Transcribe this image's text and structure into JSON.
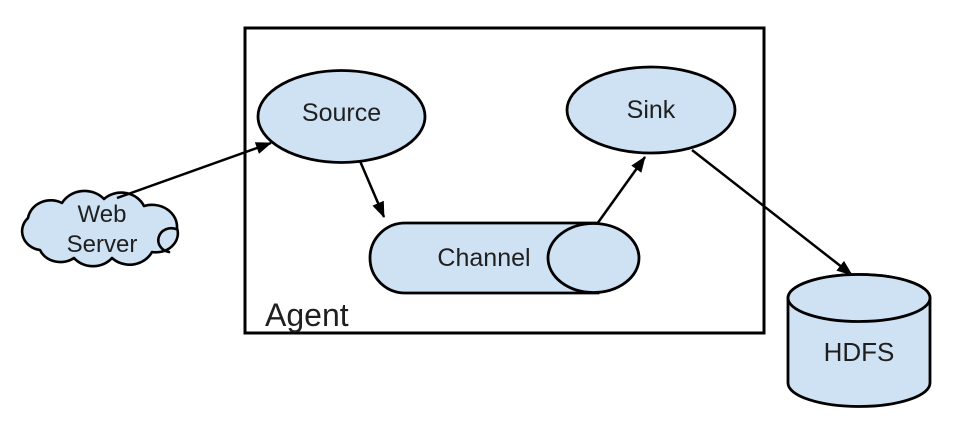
{
  "diagram": {
    "nodes": {
      "web_server": {
        "label": "Web\nServer",
        "shape": "cloud"
      },
      "agent": {
        "label": "Agent",
        "shape": "rectangle-container"
      },
      "source": {
        "label": "Source",
        "shape": "ellipse"
      },
      "channel": {
        "label": "Channel",
        "shape": "horizontal-cylinder"
      },
      "sink": {
        "label": "Sink",
        "shape": "ellipse"
      },
      "hdfs": {
        "label": "HDFS",
        "shape": "cylinder"
      }
    },
    "edges": [
      {
        "from": "Web Server",
        "to": "Source"
      },
      {
        "from": "Source",
        "to": "Channel"
      },
      {
        "from": "Channel",
        "to": "Sink"
      },
      {
        "from": "Sink",
        "to": "HDFS"
      }
    ],
    "colors": {
      "shape_fill": "#cfe2f3",
      "shape_stroke": "#000000",
      "label_text": "#1f1f1f",
      "background": "#ffffff"
    }
  }
}
